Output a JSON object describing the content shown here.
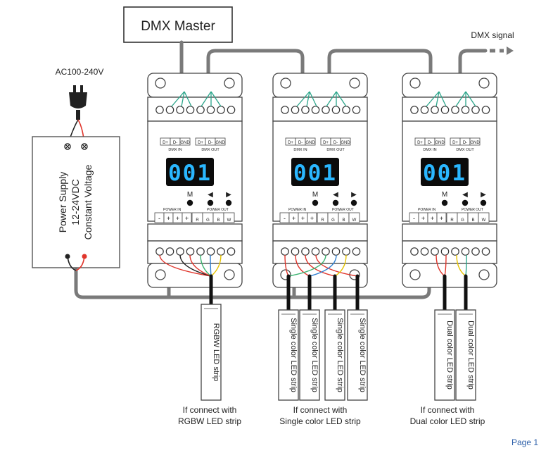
{
  "dmx_master": "DMX Master",
  "dmx_signal": "DMX signal",
  "ac_input": "AC100-240V",
  "power_supply": {
    "line1": "Power Supply",
    "line2": "12-24VDC",
    "line3": "Constant Voltage"
  },
  "decoder": {
    "display": "001",
    "dmx_in_label": "DMX IN",
    "dmx_out_label": "DMX OUT",
    "dmx_terms": [
      "D+",
      "D-",
      "GND"
    ],
    "buttons": [
      "M",
      "◀",
      "▶"
    ],
    "power_in_label": "POWER IN",
    "power_out_label": "POWER OUT",
    "power_in_terms": [
      "-",
      "+",
      "+",
      "+"
    ],
    "power_out_terms": [
      "R",
      "G",
      "B",
      "W"
    ]
  },
  "strips": {
    "rgbw": "RGBW LED strip",
    "single": "Single color LED strip",
    "dual": "Dual color LED strip"
  },
  "captions": {
    "rgbw": [
      "If connect with",
      "RGBW LED strip"
    ],
    "single": [
      "If connect with",
      "Single color LED strip"
    ],
    "dual": [
      "If connect with",
      "Dual color LED strip"
    ]
  },
  "page_label": "Page 1",
  "colors": {
    "cable_gray": "#7a7a7a",
    "wire_red": "#e0352b",
    "wire_green": "#3cb371",
    "wire_blue": "#2f7fd0",
    "wire_yellow": "#e6c300",
    "wire_teal": "#2aa58a",
    "display_bg": "#0b0b0b",
    "display_fg": "#2ab7ff",
    "page_label": "#2b5ea8"
  }
}
